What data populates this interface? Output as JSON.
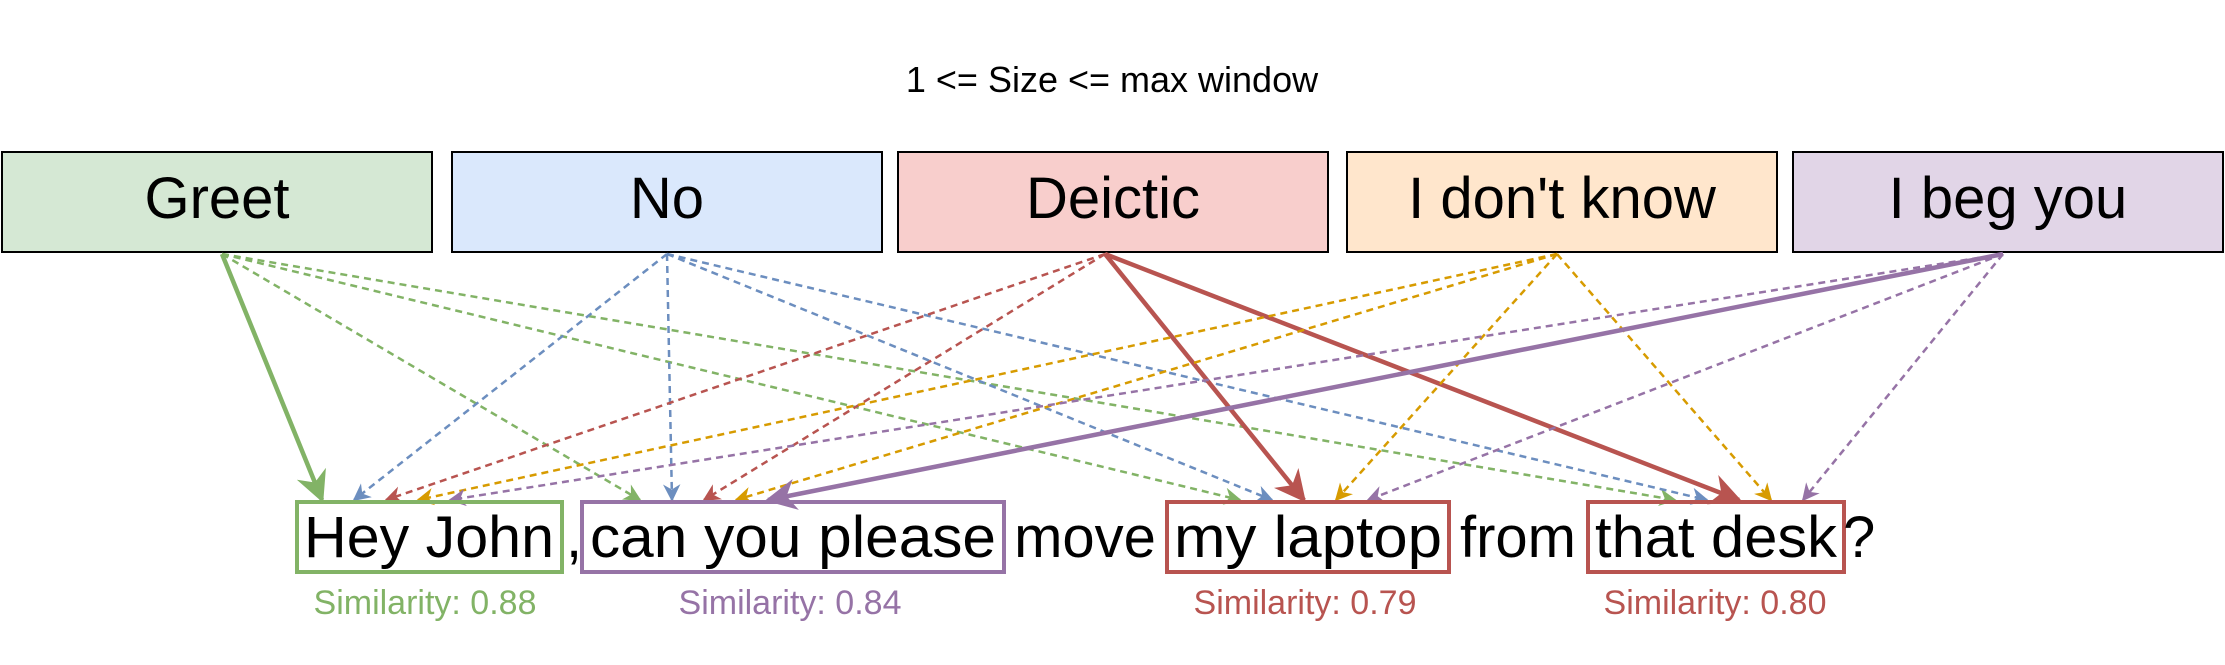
{
  "header": {
    "title": "1 <= Size <= max window"
  },
  "intents": [
    {
      "id": "greet",
      "label": "Greet",
      "fill": "#d5e8d4",
      "color": "#82b366"
    },
    {
      "id": "no",
      "label": "No",
      "fill": "#dae8fc",
      "color": "#6c8ebf"
    },
    {
      "id": "deictic",
      "label": "Deictic",
      "fill": "#f8cecc",
      "color": "#b85450"
    },
    {
      "id": "idk",
      "label": "I don't know",
      "fill": "#ffe6cc",
      "color": "#d79b00"
    },
    {
      "id": "beg",
      "label": "I beg you",
      "fill": "#e1d5e7",
      "color": "#9673a6"
    }
  ],
  "sentence": {
    "tokens": [
      {
        "text": "Hey John",
        "box": "green"
      },
      {
        "text": ",",
        "box": null
      },
      {
        "text": "can you please",
        "box": "purple"
      },
      {
        "text": "move",
        "box": null
      },
      {
        "text": "my laptop",
        "box": "red"
      },
      {
        "text": "from",
        "box": null
      },
      {
        "text": "that desk",
        "box": "red"
      },
      {
        "text": "?",
        "box": null
      }
    ]
  },
  "similarities": [
    {
      "text": "Similarity: 0.88",
      "color": "#82b366"
    },
    {
      "text": "Similarity: 0.84",
      "color": "#9673a6"
    },
    {
      "text": "Similarity: 0.79",
      "color": "#b85450"
    },
    {
      "text": "Similarity: 0.80",
      "color": "#b85450"
    }
  ],
  "edges": [
    {
      "from": "greet",
      "to": "hey_john",
      "style": "solid"
    },
    {
      "from": "greet",
      "to": "can_you",
      "style": "dashed"
    },
    {
      "from": "greet",
      "to": "my_laptop",
      "style": "dashed"
    },
    {
      "from": "greet",
      "to": "that_desk",
      "style": "dashed"
    },
    {
      "from": "no",
      "to": "hey_john",
      "style": "dashed"
    },
    {
      "from": "no",
      "to": "can_you",
      "style": "dashed"
    },
    {
      "from": "no",
      "to": "my_laptop",
      "style": "dashed"
    },
    {
      "from": "no",
      "to": "that_desk",
      "style": "dashed"
    },
    {
      "from": "deictic",
      "to": "hey_john",
      "style": "dashed"
    },
    {
      "from": "deictic",
      "to": "can_you",
      "style": "dashed"
    },
    {
      "from": "deictic",
      "to": "my_laptop",
      "style": "solid"
    },
    {
      "from": "deictic",
      "to": "that_desk",
      "style": "solid"
    },
    {
      "from": "idk",
      "to": "hey_john",
      "style": "dashed"
    },
    {
      "from": "idk",
      "to": "can_you",
      "style": "dashed"
    },
    {
      "from": "idk",
      "to": "my_laptop",
      "style": "dashed"
    },
    {
      "from": "idk",
      "to": "that_desk",
      "style": "dashed"
    },
    {
      "from": "beg",
      "to": "hey_john",
      "style": "dashed"
    },
    {
      "from": "beg",
      "to": "can_you",
      "style": "solid"
    },
    {
      "from": "beg",
      "to": "my_laptop",
      "style": "dashed"
    },
    {
      "from": "beg",
      "to": "that_desk",
      "style": "dashed"
    }
  ]
}
